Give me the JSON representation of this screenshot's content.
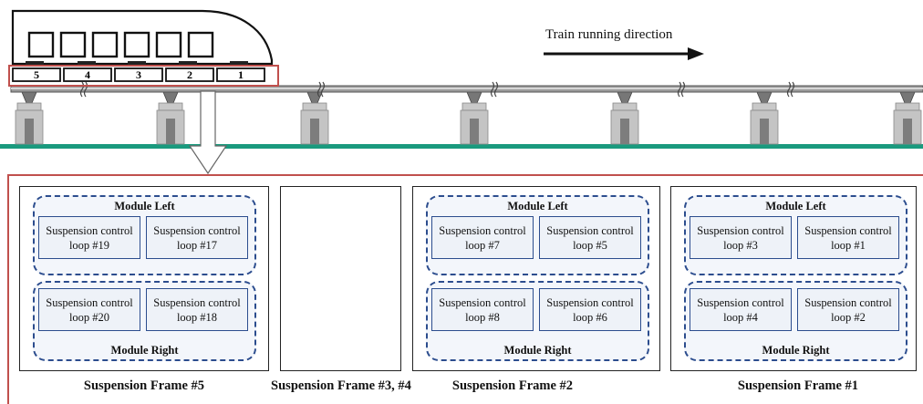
{
  "direction_label": "Train running direction",
  "car_numbers": [
    "5",
    "4",
    "3",
    "2",
    "1"
  ],
  "frames": [
    {
      "id": "frame5",
      "caption": "Suspension Frame #5",
      "module_left": {
        "title": "Module Left",
        "loops": [
          "Suspension control loop #19",
          "Suspension control loop #17"
        ]
      },
      "module_right": {
        "title": "Module Right",
        "loops": [
          "Suspension control loop #20",
          "Suspension control loop #18"
        ]
      }
    },
    {
      "id": "frame34",
      "caption": "Suspension Frame #3, #4"
    },
    {
      "id": "frame2",
      "caption": "Suspension Frame #2",
      "module_left": {
        "title": "Module Left",
        "loops": [
          "Suspension control loop #7",
          "Suspension control loop #5"
        ]
      },
      "module_right": {
        "title": "Module Right",
        "loops": [
          "Suspension control loop #8",
          "Suspension control loop #6"
        ]
      }
    },
    {
      "id": "frame1",
      "caption": "Suspension Frame #1",
      "module_left": {
        "title": "Module Left",
        "loops": [
          "Suspension control loop #3",
          "Suspension control loop #1"
        ]
      },
      "module_right": {
        "title": "Module Right",
        "loops": [
          "Suspension control loop #4",
          "Suspension control loop #2"
        ]
      }
    }
  ],
  "colors": {
    "highlight_red": "#c0504d",
    "ground_green": "#1a9a7e",
    "module_blue": "#2c4d8e",
    "rail_gray": "#8c8c8c"
  }
}
